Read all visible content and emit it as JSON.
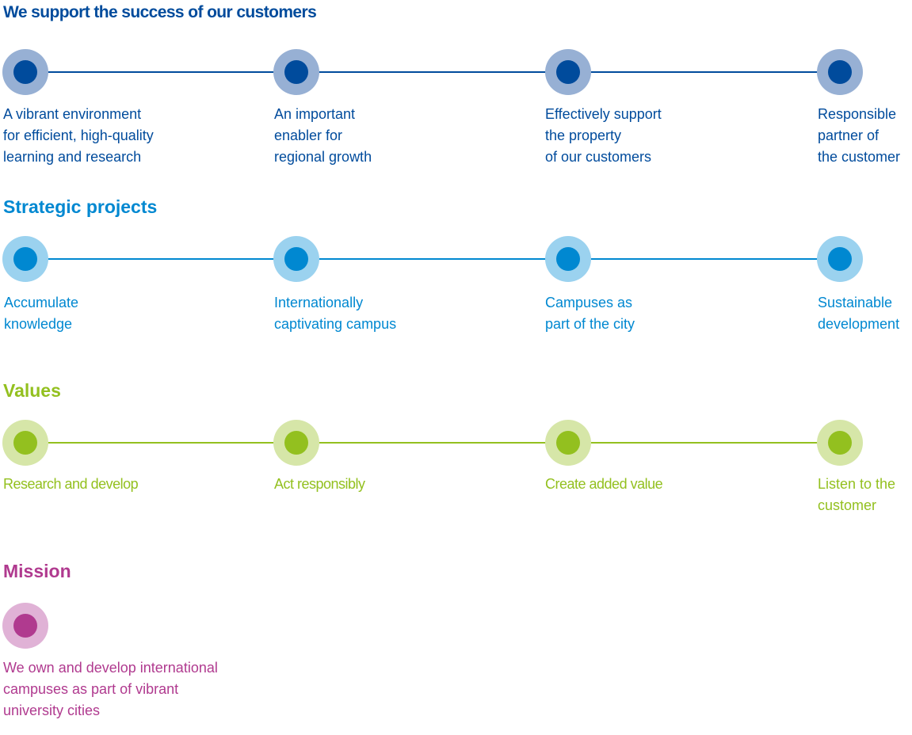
{
  "colors": {
    "blue_dark": "#004b9c",
    "blue_dark_ring": "#97b0d4",
    "blue_light": "#0088d1",
    "blue_light_ring": "#9bd2ef",
    "green": "#93c01f",
    "green_ring": "#d6e6a8",
    "magenta": "#b03a8f",
    "magenta_ring": "#e0b2d6"
  },
  "success": {
    "title": "We support the success of our customers",
    "items": [
      "A vibrant environment\nfor efficient, high-quality\nlearning and research",
      "An important\nenabler for\nregional growth",
      "Effectively support\nthe property\nof our customers",
      "Responsible\npartner of\nthe customer"
    ]
  },
  "projects": {
    "title": "Strategic projects",
    "items": [
      "Accumulate\nknowledge",
      "Internationally\ncaptivating campus",
      "Campuses as\npart of the city",
      "Sustainable\ndevelopment"
    ]
  },
  "values": {
    "title": "Values",
    "items": [
      "Research and develop",
      "Act responsibly",
      "Create added value",
      "Listen to the\ncustomer"
    ]
  },
  "mission": {
    "title": "Mission",
    "items": [
      "We own and develop international\ncampuses as part of vibrant\nuniversity cities"
    ]
  }
}
